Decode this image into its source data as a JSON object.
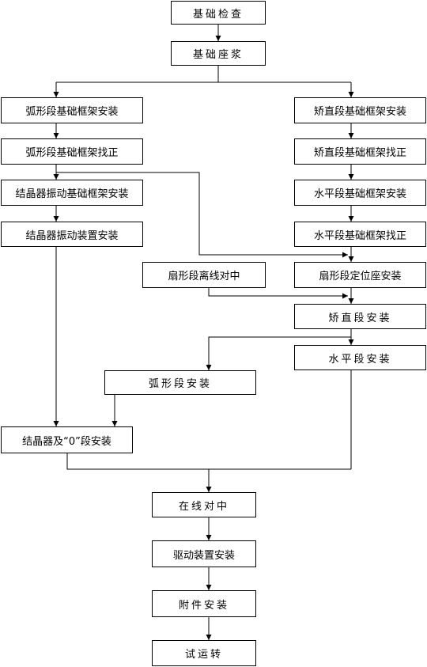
{
  "nodes": {
    "n1": "基础检查",
    "n2": "基础座浆",
    "l1": "弧形段基础框架安装",
    "l2": "弧形段基础框架找正",
    "l3": "结晶器振动基础框架安装",
    "l4": "结晶器振动装置安装",
    "r1": "矫直段基础框架安装",
    "r2": "矫直段基础框架找正",
    "r3": "水平段基础框架安装",
    "r4": "水平段基础框架找正",
    "m1": "扇形段离线对中",
    "m2": "扇形段定位座安装",
    "m3": "矫直段安装",
    "m4": "水平段安装",
    "arc": "弧形段安装",
    "cr": "结晶器及“0”段安装",
    "a1": "在线对中",
    "a2": "驱动装置安装",
    "a3": "附件安装",
    "a4": "试运转"
  }
}
